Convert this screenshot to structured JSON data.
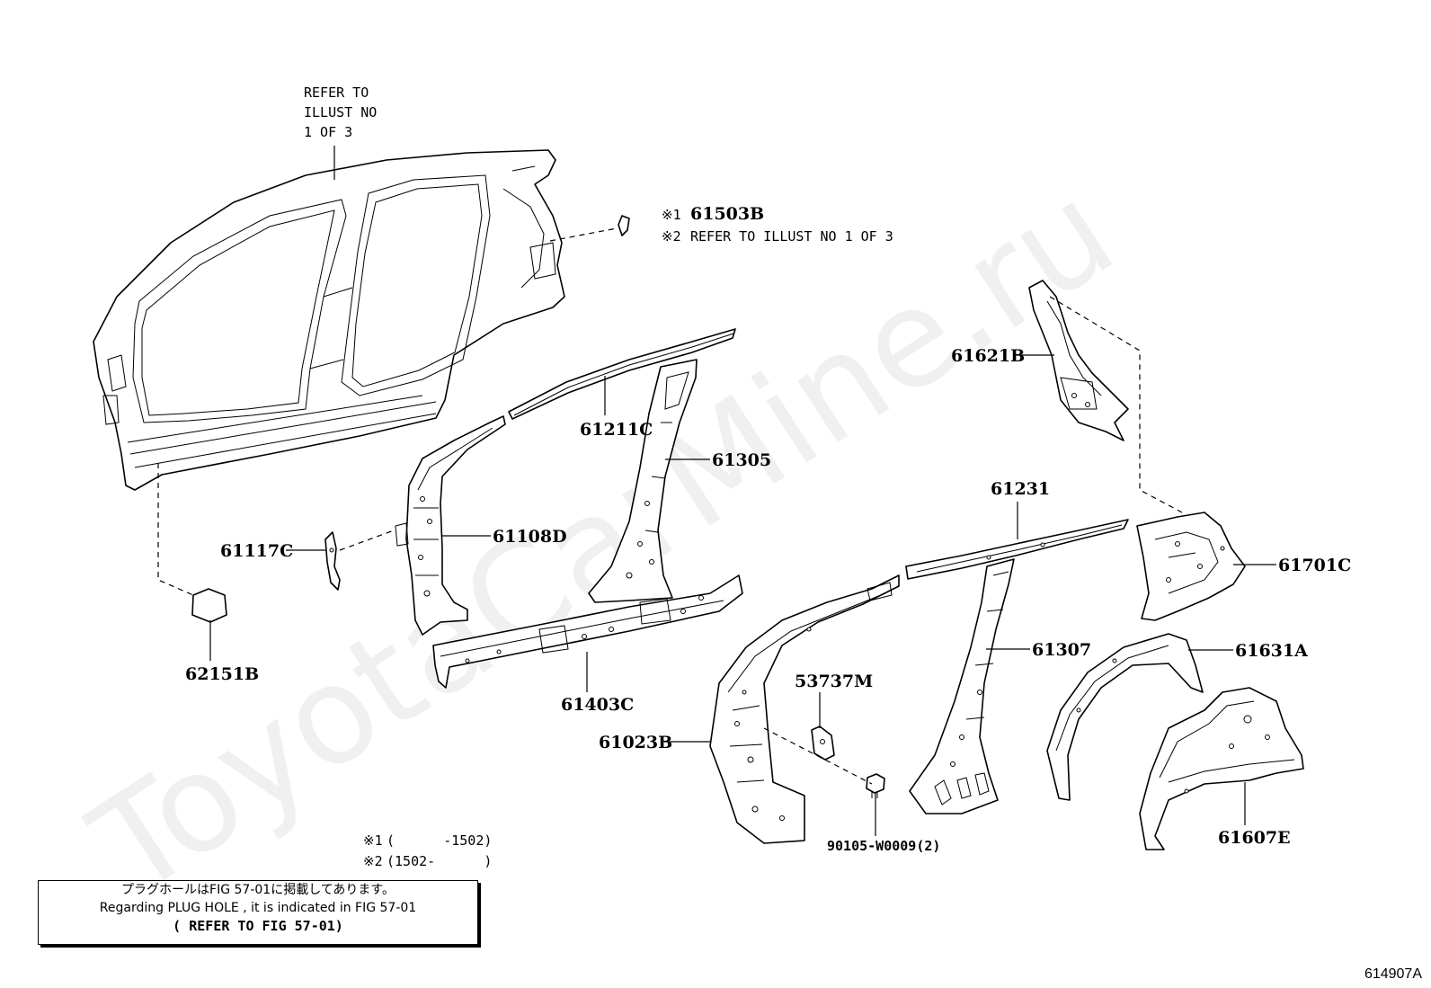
{
  "watermark": "ToyotaCarMine.ru",
  "figure_id": "614907A",
  "refer_note": [
    "REFER TO",
    "ILLUST NO",
    "1 OF 3"
  ],
  "callouts": {
    "p61503B": {
      "mark": "※1",
      "code": "61503B"
    },
    "p61503B_ref": {
      "mark": "※2",
      "text": "REFER TO ILLUST NO 1 OF 3"
    },
    "p61621B": "61621B",
    "p61211C": "61211C",
    "p61305": "61305",
    "p61231": "61231",
    "p61701C": "61701C",
    "p61117C": "61117C",
    "p61108D": "61108D",
    "p62151B": "62151B",
    "p61403C": "61403C",
    "p61307": "61307",
    "p61631A": "61631A",
    "p53737M": "53737M",
    "p61023B": "61023B",
    "p61607E": "61607E",
    "p90105": "90105-W0009(2)"
  },
  "legend": [
    {
      "mark": "※1",
      "range": "(      -1502)"
    },
    {
      "mark": "※2",
      "range": "(1502-      )"
    }
  ],
  "note": {
    "jp": "プラグホールはFIG 57-01に掲載してあります。",
    "en": "Regarding PLUG HOLE , it is indicated in FIG 57-01",
    "ref": "( REFER TO FIG 57-01)"
  }
}
